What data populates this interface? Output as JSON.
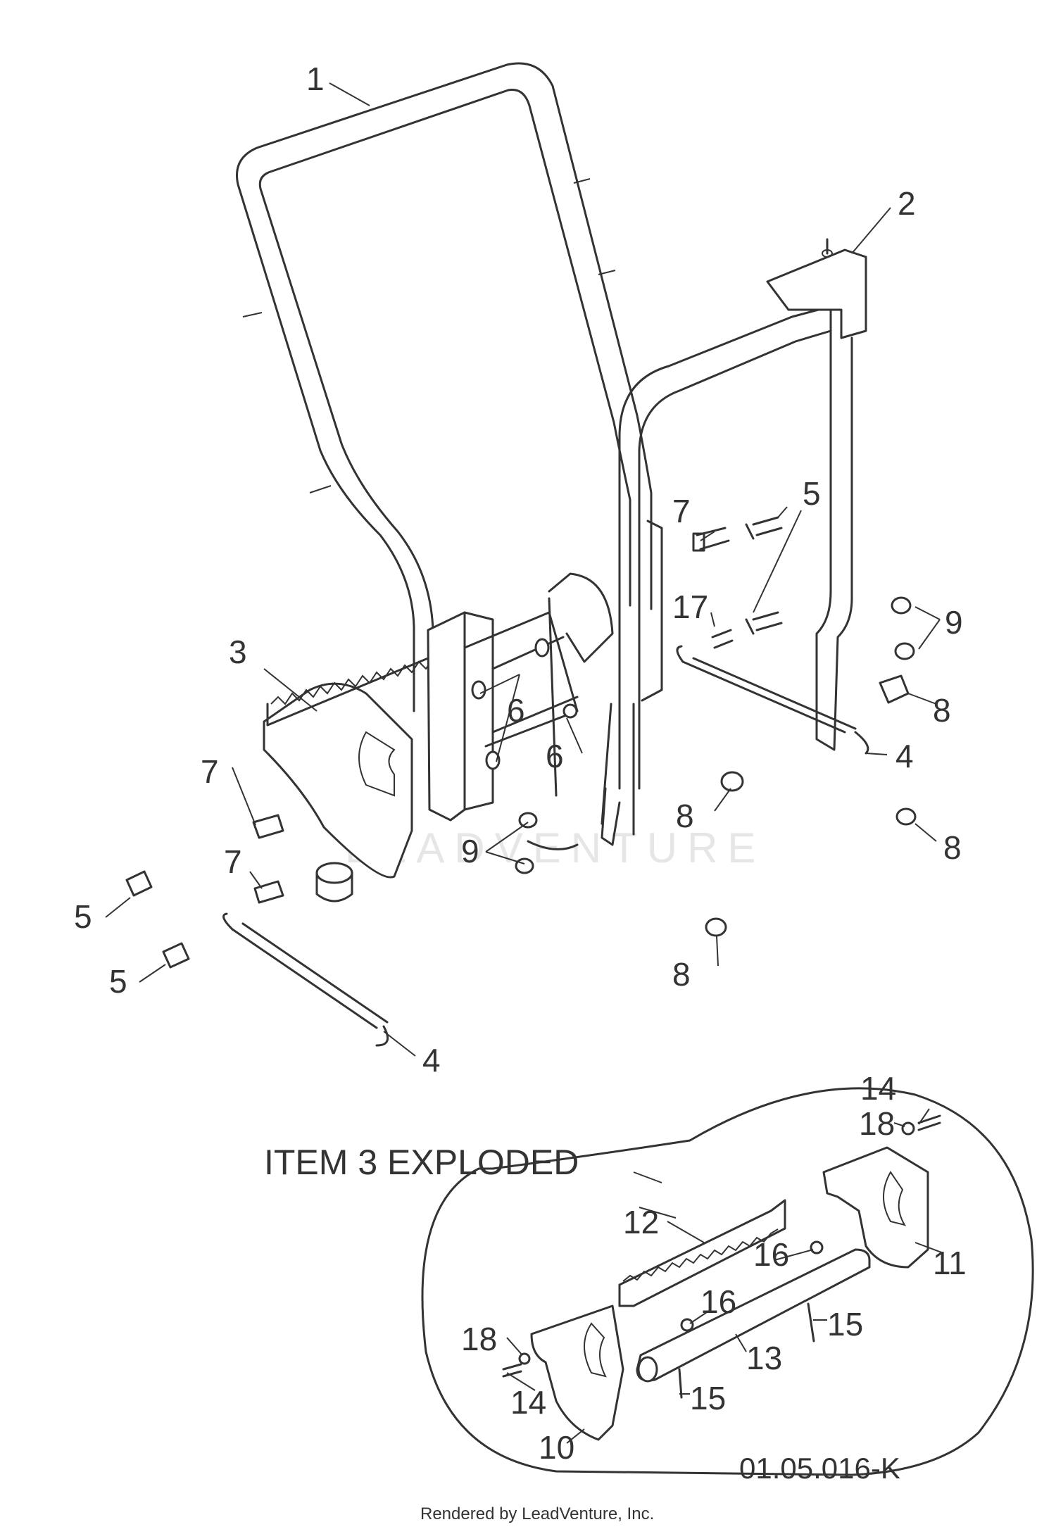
{
  "callouts": [
    {
      "id": "c1",
      "text": "1"
    },
    {
      "id": "c2",
      "text": "2"
    },
    {
      "id": "c3",
      "text": "3"
    },
    {
      "id": "c4a",
      "text": "4"
    },
    {
      "id": "c4b",
      "text": "4"
    },
    {
      "id": "c5a",
      "text": "5"
    },
    {
      "id": "c5b",
      "text": "5"
    },
    {
      "id": "c5c",
      "text": "5"
    },
    {
      "id": "c6a",
      "text": "6"
    },
    {
      "id": "c6b",
      "text": "6"
    },
    {
      "id": "c7a",
      "text": "7"
    },
    {
      "id": "c7b",
      "text": "7"
    },
    {
      "id": "c7c",
      "text": "7"
    },
    {
      "id": "c8a",
      "text": "8"
    },
    {
      "id": "c8b",
      "text": "8"
    },
    {
      "id": "c8c",
      "text": "8"
    },
    {
      "id": "c8d",
      "text": "8"
    },
    {
      "id": "c9a",
      "text": "9"
    },
    {
      "id": "c9b",
      "text": "9"
    },
    {
      "id": "c10",
      "text": "10"
    },
    {
      "id": "c11",
      "text": "11"
    },
    {
      "id": "c12",
      "text": "12"
    },
    {
      "id": "c13",
      "text": "13"
    },
    {
      "id": "c14a",
      "text": "14"
    },
    {
      "id": "c14b",
      "text": "14"
    },
    {
      "id": "c15a",
      "text": "15"
    },
    {
      "id": "c15b",
      "text": "15"
    },
    {
      "id": "c16a",
      "text": "16"
    },
    {
      "id": "c16b",
      "text": "16"
    },
    {
      "id": "c17",
      "text": "17"
    },
    {
      "id": "c18a",
      "text": "18"
    },
    {
      "id": "c18b",
      "text": "18"
    }
  ],
  "exploded_title": "ITEM 3 EXPLODED",
  "diagram_code": "01.05.016-K",
  "footer": "Rendered by LeadVenture, Inc.",
  "watermark": "LEADVENTURE",
  "colors": {
    "line": "#333333",
    "background": "#ffffff",
    "watermark": "#e6e6e6"
  }
}
